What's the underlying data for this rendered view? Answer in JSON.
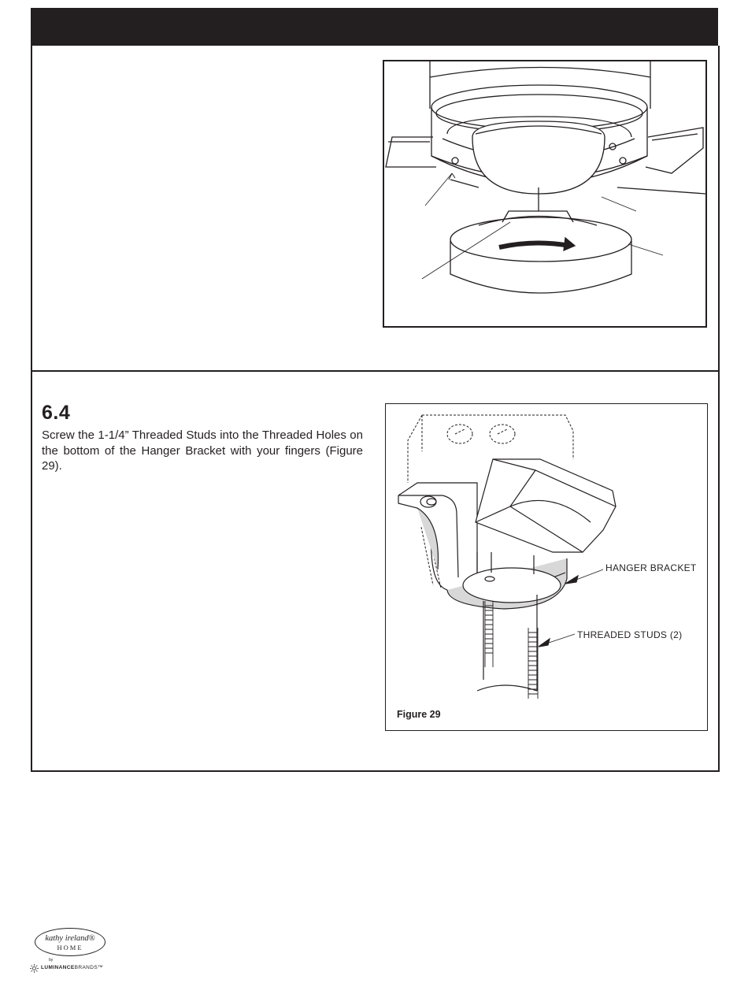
{
  "step_6_4": {
    "number": "6.4",
    "instruction": "Screw the 1-1/4” Threaded Studs into the Threaded Holes on the bottom of the Hanger Bracket with your fingers (Figure 29)."
  },
  "figure_29": {
    "caption": "Figure 29",
    "callouts": {
      "hanger_bracket": "HANGER BRACKET",
      "threaded_studs": "THREADED STUDS (2)"
    }
  },
  "footer": {
    "logo_line1": "kathy ireland®",
    "logo_line2": "HOME",
    "logo_by": "by",
    "brand_bold": "LUMINANCE",
    "brand_light": "BRANDS™"
  }
}
